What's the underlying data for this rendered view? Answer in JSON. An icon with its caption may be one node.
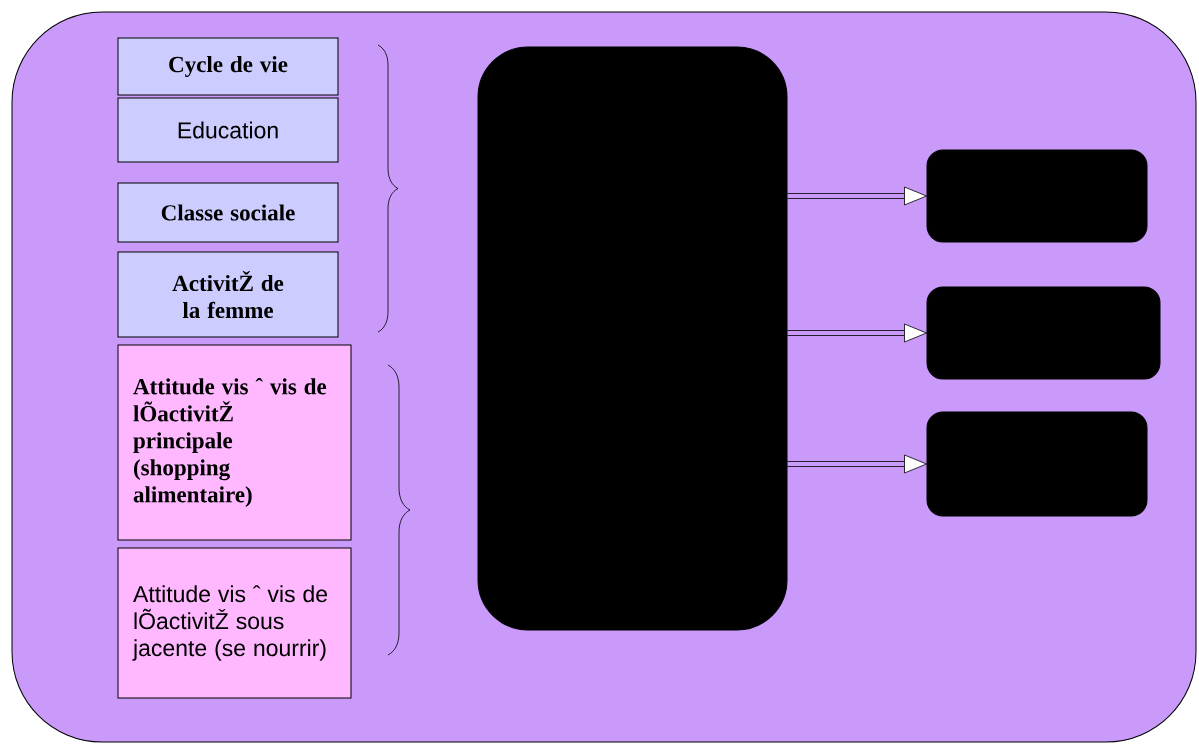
{
  "diagram": {
    "nodes": [
      {
        "text": [],
        "shape": "box"
      },
      {
        "text": [
          "Cycle de vie"
        ],
        "in": 0
      },
      {
        "text": [
          "Education"
        ],
        "in": 0
      },
      {
        "text": [
          "Classe sociale"
        ],
        "in": 0
      },
      {
        "text": [
          "ActivitŽ de la femme"
        ],
        "in": 0
      },
      {
        "text": [
          "Attitude vis ˆ vis de lÕactivitŽ principale (shopping alimentaire)"
        ],
        "in": 0
      },
      {
        "text": [
          "Attitude vis ˆ vis de lÕactivitŽ sous jacente (se nourrir)"
        ],
        "in": 0
      },
      {
        "text": [],
        "shape": "box",
        "in": 0
      },
      {
        "text": [],
        "shape": "box",
        "in": 0
      },
      {
        "text": [],
        "shape": "box",
        "in": 0
      },
      {
        "text": [],
        "shape": "box",
        "in": 0
      }
    ],
    "edges": [
      {
        "from": 7,
        "to": 8,
        "arrow": "to"
      },
      {
        "from": 7,
        "to": 9,
        "arrow": "to"
      },
      {
        "from": 7,
        "to": 10,
        "arrow": "to"
      }
    ]
  }
}
